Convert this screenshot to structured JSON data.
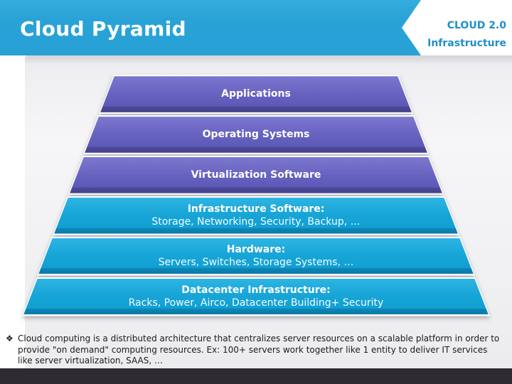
{
  "slide": {
    "title": "Cloud Pyramid",
    "badge": {
      "line1": "CLOUD 2.0",
      "line2": "Infrastructure"
    }
  },
  "pyramid": {
    "layers": [
      {
        "title": "Applications",
        "color": "purple"
      },
      {
        "title": "Operating Systems",
        "color": "purple"
      },
      {
        "title": "Virtualization Software",
        "color": "purple"
      },
      {
        "title": "Infrastructure Software:",
        "subtitle": "Storage, Networking, Security, Backup, …",
        "color": "cyan"
      },
      {
        "title": "Hardware:",
        "subtitle": "Servers, Switches, Storage Systems, …",
        "color": "cyan"
      },
      {
        "title": "Datacenter Infrastructure:",
        "subtitle": "Racks, Power, Airco, Datacenter Building+ Security",
        "color": "cyan"
      }
    ]
  },
  "note": {
    "bullet": "❖",
    "lines": [
      "Cloud computing is a distributed architecture that centralizes server resources on a scalable platform in order to",
      "provide \"on demand\" computing resources. Ex: 100+ servers work together like 1 entity to deliver IT services",
      "like server virtualization, SAAS, …"
    ]
  },
  "colors": {
    "header_blue": "#29a3d7",
    "badge_text_blue": "#1f8fc7",
    "purple_layer": "#6561bd",
    "cyan_layer": "#14a3d6",
    "panel_gray": "#f0f0f2",
    "footer_dark": "#2e2c30"
  }
}
